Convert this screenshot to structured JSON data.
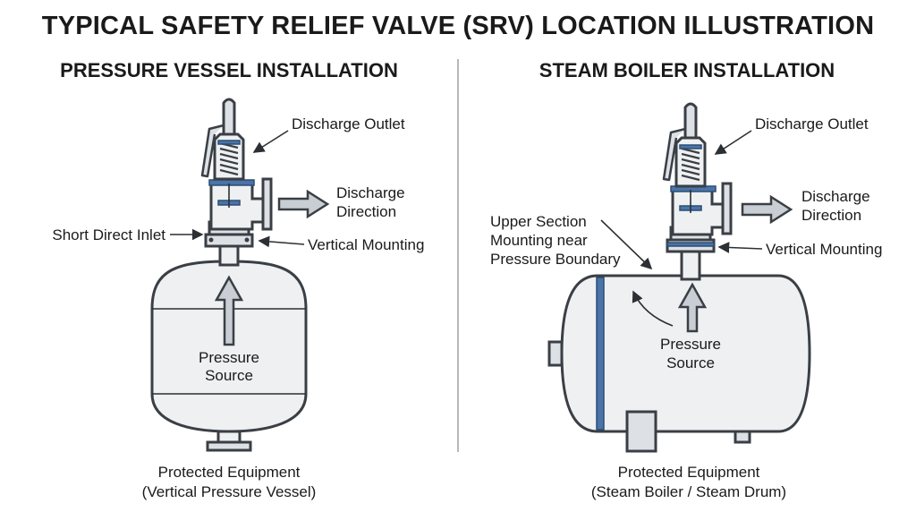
{
  "title": "TYPICAL SAFETY RELIEF VALVE (SRV) LOCATION ILLUSTRATION",
  "left": {
    "heading": "PRESSURE VESSEL INSTALLATION",
    "discharge_outlet": "Discharge Outlet",
    "discharge_direction_1": "Discharge",
    "discharge_direction_2": "Direction",
    "short_direct_inlet": "Short Direct Inlet",
    "vertical_mounting": "Vertical Mounting",
    "pressure_source_1": "Pressure",
    "pressure_source_2": "Source",
    "footer_1": "Protected Equipment",
    "footer_2": "(Vertical Pressure Vessel)"
  },
  "right": {
    "heading": "STEAM BOILER INSTALLATION",
    "discharge_outlet": "Discharge Outlet",
    "discharge_direction_1": "Discharge",
    "discharge_direction_2": "Direction",
    "upper_section_1": "Upper Section",
    "upper_section_2": "Mounting near",
    "upper_section_3": "Pressure Boundary",
    "vertical_mounting": "Vertical Mounting",
    "pressure_source_1": "Pressure",
    "pressure_source_2": "Source",
    "footer_1": "Protected Equipment",
    "footer_2": "(Steam Boiler / Steam Drum)"
  },
  "colors": {
    "metal": "#eef0f2",
    "outline": "#3a3f45",
    "accent": "#4a74a8",
    "arrow": "#c9ced4"
  }
}
